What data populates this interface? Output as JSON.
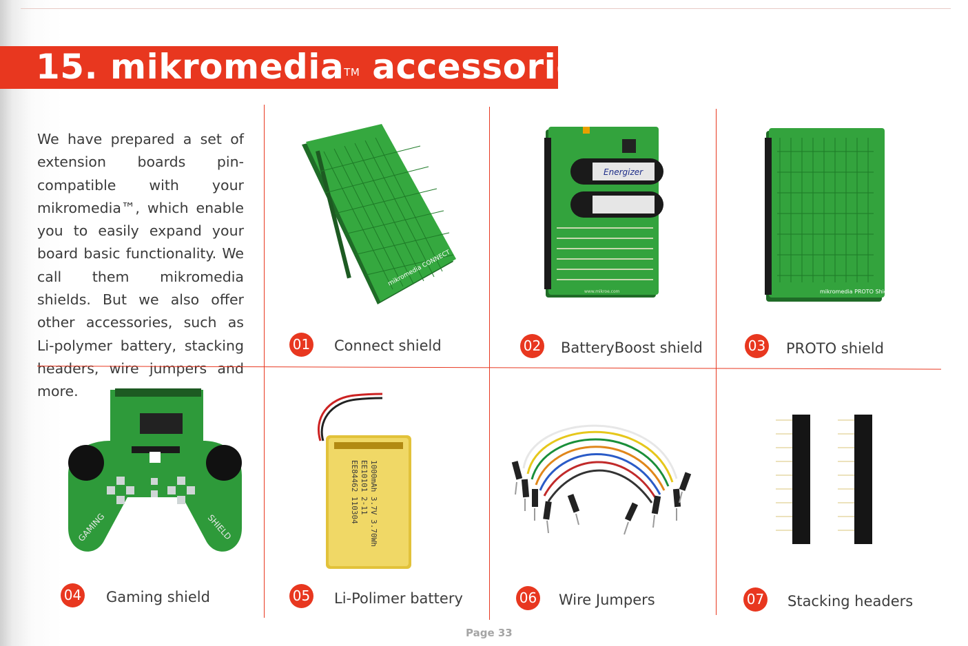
{
  "header": {
    "number": "15.",
    "brand": "mikromedia",
    "trademark": "TM",
    "word": "accessories"
  },
  "intro_text": "We have prepared a set of extension boards pin-compatible with your mikromedia™, which enable you to easily expand your board basic functionality. We call them mikromedia shields. But we also offer other accessories, such as Li-polymer battery, stacking headers, wire jumpers and more.",
  "items": [
    {
      "num": "01",
      "label": "Connect shield",
      "board_text": "mikromedia CONNECT Shield"
    },
    {
      "num": "02",
      "label": "BatteryBoost shield",
      "battery_text": "Energizer",
      "url_text": "www.mikroe.com"
    },
    {
      "num": "03",
      "label": "PROTO shield",
      "board_text": "mikromedia PROTO Shield"
    },
    {
      "num": "04",
      "label": "Gaming shield",
      "left_text": "GAMING",
      "right_text": "SHIELD"
    },
    {
      "num": "05",
      "label": "Li-Polimer battery",
      "print_lines": [
        "EE84462 110304",
        "EE10101 2-11",
        "1000mAh 3.7V 3.70Wh"
      ]
    },
    {
      "num": "06",
      "label": "Wire Jumpers"
    },
    {
      "num": "07",
      "label": "Stacking headers"
    }
  ],
  "footer": {
    "page": "Page 33"
  },
  "colors": {
    "accent": "#e8371f",
    "board_green": "#2e9a3a",
    "text": "#3a3a3a"
  }
}
